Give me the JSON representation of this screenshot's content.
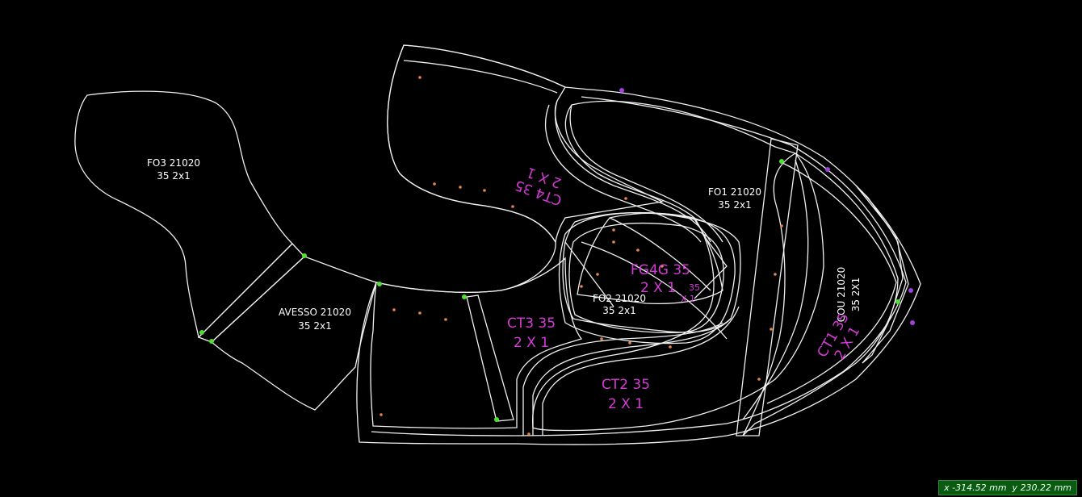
{
  "pieces": {
    "fo3": {
      "line1": "FO3   21020",
      "line2": "35 2x1"
    },
    "avesso": {
      "line1": "AVESSO  21020",
      "line2": "35 2x1"
    },
    "fo1": {
      "line1": "FO1  21020",
      "line2": "35 2x1"
    },
    "fo2": {
      "line1": "FO2  21020",
      "line2": "35 2x1"
    },
    "cou": {
      "line1": "COU  21020",
      "line2": "35 2X1"
    },
    "ct4": {
      "line1": "CT4 35",
      "line2": "2 X 1"
    },
    "ct3": {
      "line1": "CT3 35",
      "line2": "2 X 1"
    },
    "ct2": {
      "line1": "CT2 35",
      "line2": "2 X 1"
    },
    "ct1": {
      "line1": "CT1 35",
      "line2": "2 X 1"
    },
    "fg4": {
      "line1": "FG4G 35",
      "line2": "2 X 1",
      "line3": "35",
      "line4": "X 1"
    }
  },
  "status": {
    "x_label": "x",
    "x_value": "-314.52",
    "x_unit": "mm",
    "y_label": "y",
    "y_value": "230.22",
    "y_unit": "mm"
  },
  "colors": {
    "background": "#000000",
    "dark_green": "#2f4a44",
    "dark_brown": "#6b341b",
    "mid_brown": "#85583a",
    "orange": "#c96a3a",
    "pink_brown": "#a1645a",
    "label_magenta": "#d63ad6",
    "status_bg": "#0b5a12"
  }
}
